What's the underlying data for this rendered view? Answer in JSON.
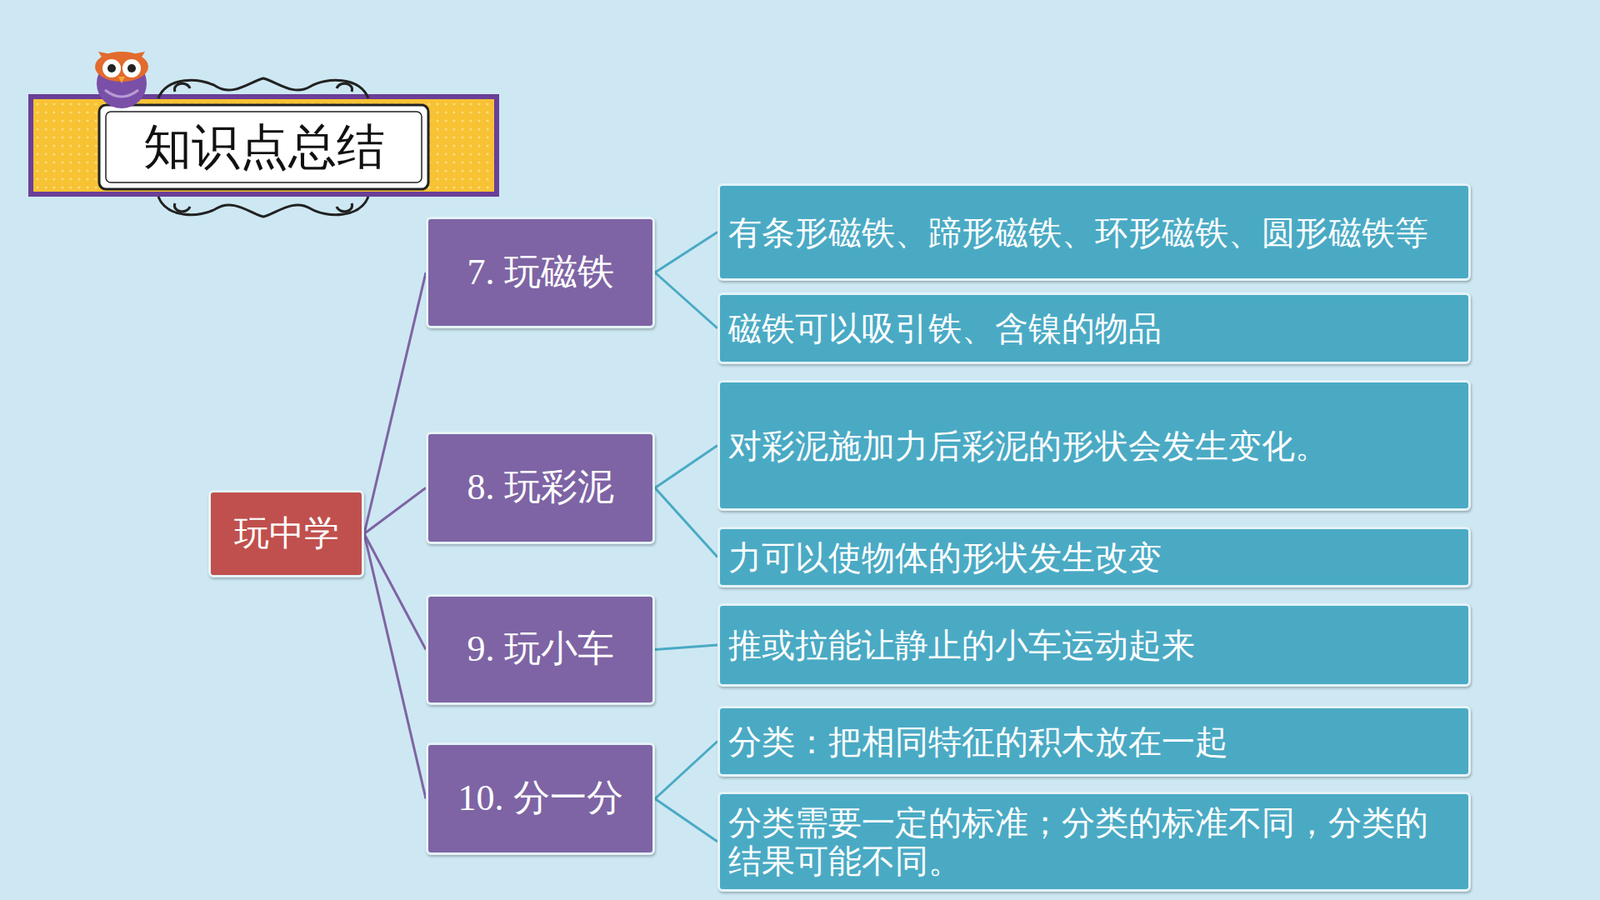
{
  "diagram": {
    "title": "知识点总结",
    "nodes": [
      {
        "text": [
          "玩中学"
        ]
      },
      {
        "text": [
          "7. 玩磁铁"
        ]
      },
      {
        "text": [
          "有条形磁铁、蹄形磁铁、环形磁铁、圆形磁铁等"
        ]
      },
      {
        "text": [
          "磁铁可以吸引铁、含镍的物品"
        ]
      },
      {
        "text": [
          "8. 玩彩泥"
        ]
      },
      {
        "text": [
          "对彩泥施加力后彩泥的形状会发生变化。"
        ]
      },
      {
        "text": [
          "力可以使物体的形状发生改变"
        ]
      },
      {
        "text": [
          "9. 玩小车"
        ]
      },
      {
        "text": [
          "推或拉能让静止的小车运动起来"
        ]
      },
      {
        "text": [
          "10. 分一分"
        ]
      },
      {
        "text": [
          "分类：把相同特征的积木放在一起"
        ]
      },
      {
        "text": [
          "分类需要一定的标准；分类的标准不同，分类的结果可能不同。"
        ]
      }
    ],
    "edges": [
      {
        "from": 0,
        "to": 1,
        "arrow": "none"
      },
      {
        "from": 0,
        "to": 4,
        "arrow": "none"
      },
      {
        "from": 0,
        "to": 7,
        "arrow": "none"
      },
      {
        "from": 0,
        "to": 9,
        "arrow": "none"
      },
      {
        "from": 1,
        "to": 2,
        "arrow": "none"
      },
      {
        "from": 1,
        "to": 3,
        "arrow": "none"
      },
      {
        "from": 4,
        "to": 5,
        "arrow": "none"
      },
      {
        "from": 4,
        "to": 6,
        "arrow": "none"
      },
      {
        "from": 7,
        "to": 8,
        "arrow": "none"
      },
      {
        "from": 9,
        "to": 10,
        "arrow": "none"
      },
      {
        "from": 9,
        "to": 11,
        "arrow": "none"
      }
    ]
  }
}
